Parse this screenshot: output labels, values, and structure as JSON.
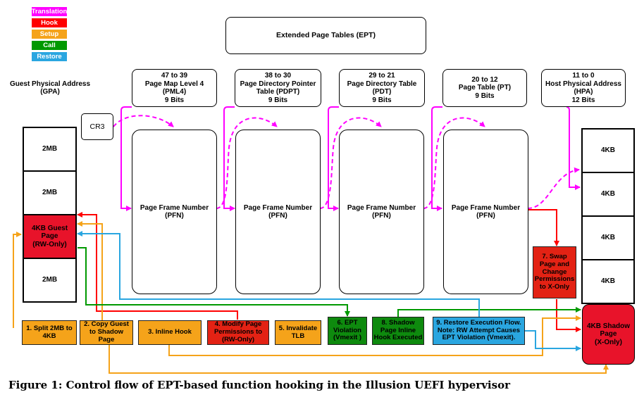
{
  "legend": [
    {
      "label": "Translation",
      "color": "#ff00ff"
    },
    {
      "label": "Hook",
      "color": "#ff0000"
    },
    {
      "label": "Setup",
      "color": "#f5a31a"
    },
    {
      "label": "Call",
      "color": "#009900"
    },
    {
      "label": "Restore",
      "color": "#2aa6e0"
    }
  ],
  "title": "Extended Page Tables (EPT)",
  "headers": {
    "gpa": "Guest Physical Address\n(GPA)",
    "pml4": "47 to 39\nPage Map Level 4\n(PML4)\n9 Bits",
    "pdpt": "38 to 30\nPage Directory Pointer\nTable (PDPT)\n9 Bits",
    "pdt": "29 to 21\nPage Directory Table\n(PDT)\n9 Bits",
    "pt": "20 to 12\nPage Table (PT)\n9 Bits",
    "hpa": "11 to 0\nHost Physical Address\n(HPA)\n12 Bits"
  },
  "cr3": "CR3",
  "pfn_label": "Page Frame Number\n(PFN)",
  "guest_cells": [
    "2MB",
    "2MB",
    "4KB Guest\nPage\n(RW-Only)",
    "2MB"
  ],
  "host_cells": [
    "4KB",
    "4KB",
    "4KB",
    "4KB"
  ],
  "shadow_page": "4KB Shadow\nPage\n(X-Only)",
  "swap_step": "7. Swap\nPage and\nChange\nPermissions\nto X-Only",
  "steps": [
    "1. Split 2MB to\n4KB",
    "2. Copy Guest\nto Shadow\nPage",
    "3. Inline Hook",
    "4. Modify Page\nPermissions to\n(RW-Only)",
    "5. Invalidate\nTLB",
    "6. EPT\nViolation\n(Vmexit )",
    "8. Shadow\nPage Inline\nHook Executed",
    "9. Restore Execution Flow.\nNote: RW Attempt Causes\nEPT Violation (Vmexit)."
  ],
  "colors": {
    "translation": "#ff00ff",
    "hook": "#ff0000",
    "setup": "#f5a31a",
    "call": "#009900",
    "restore": "#2aa6e0",
    "guest_page": "#e8132a",
    "shadow_page": "#e8132a",
    "swap_step": "#e32214"
  },
  "caption": "Figure 1: Control flow of EPT-based function hooking in the Illusion UEFI hypervisor"
}
